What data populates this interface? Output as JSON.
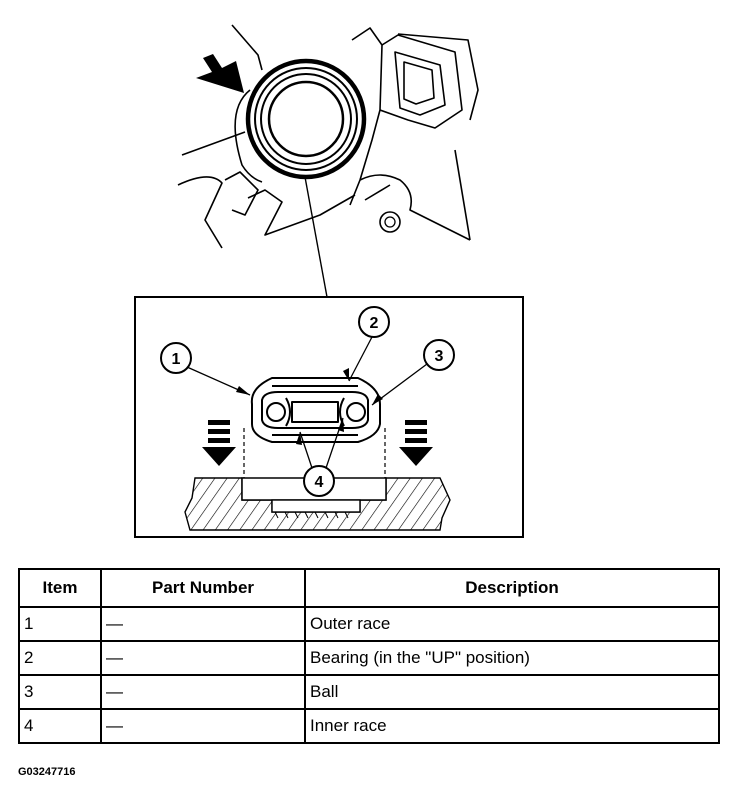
{
  "callouts": [
    "1",
    "2",
    "3",
    "4"
  ],
  "table": {
    "headers": [
      "Item",
      "Part Number",
      "Description"
    ],
    "rows": [
      [
        "1",
        "—",
        "Outer race"
      ],
      [
        "2",
        "—",
        "Bearing (in the \"UP\" position)"
      ],
      [
        "3",
        "—",
        "Ball"
      ],
      [
        "4",
        "—",
        "Inner race"
      ]
    ]
  },
  "figure_id": "G03247716"
}
